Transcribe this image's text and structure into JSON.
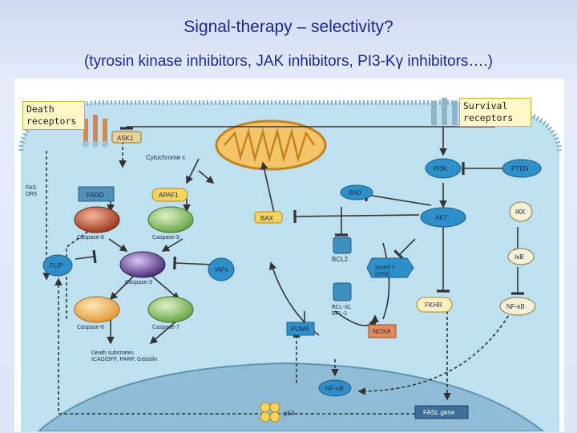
{
  "slide": {
    "title": "Signal-therapy  – selectivity?",
    "subtitle": "(tyrosin kinase inhibitors, JAK inhibitors, PI3-Kγ inhibitors….)"
  },
  "labels": {
    "death_receptors": "Death\nreceptors",
    "survival_receptors": "Survival\nreceptors"
  },
  "nodes": {
    "ask1": "ASK1",
    "cytochrome_c": "Cytochrome c",
    "fas_dr5": "FAS\nDR5",
    "fadd": "FADD",
    "apaf1": "APAF1",
    "bad": "BAD",
    "pi3k": "PI3K",
    "pten": "PTEN",
    "caspase8": "Caspase-8",
    "caspase9": "Caspase-9",
    "bax": "BAX",
    "akt": "AKT",
    "ikk": "IKK",
    "flip": "FLIP",
    "caspase3": "Caspase-3",
    "iaps": "IAPs",
    "bcl2": "BCL2",
    "mdm2": "MURF?\n(DR6)",
    "ikb": "IκB",
    "caspase6": "Caspase-6",
    "caspase7": "Caspase-7",
    "bcl_xl": "BCL-XL\nBFL-1",
    "fkhr": "FKHR",
    "nfkb_right": "NF-κB",
    "death_substrates": "Death substrates\nICAD/DFF, PARP, Gelsolin",
    "puma": "PUMA",
    "noxa": "NOXA",
    "nfkb_nucleus": "NF-κB",
    "p53": "p53",
    "fasl_gene": "FASL gene"
  },
  "colors": {
    "title": "#1a2a8a",
    "cell": "#bfe0ee",
    "nucleus": "#8fbcd6",
    "node_blue": "#2f8fc9",
    "label_fill": "#fff7c8"
  }
}
